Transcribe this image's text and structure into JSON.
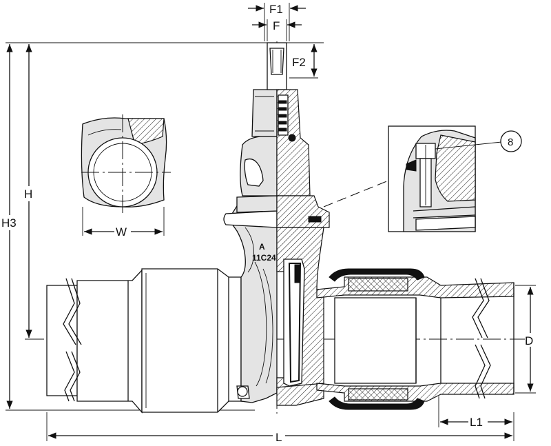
{
  "labels": {
    "f1": "F1",
    "f": "F",
    "f2": "F2",
    "h": "H",
    "h3": "H3",
    "w": "W",
    "d": "D",
    "l1": "L1",
    "l": "L",
    "callout": "8",
    "casting_brand": "A",
    "casting_code": "11C24"
  }
}
